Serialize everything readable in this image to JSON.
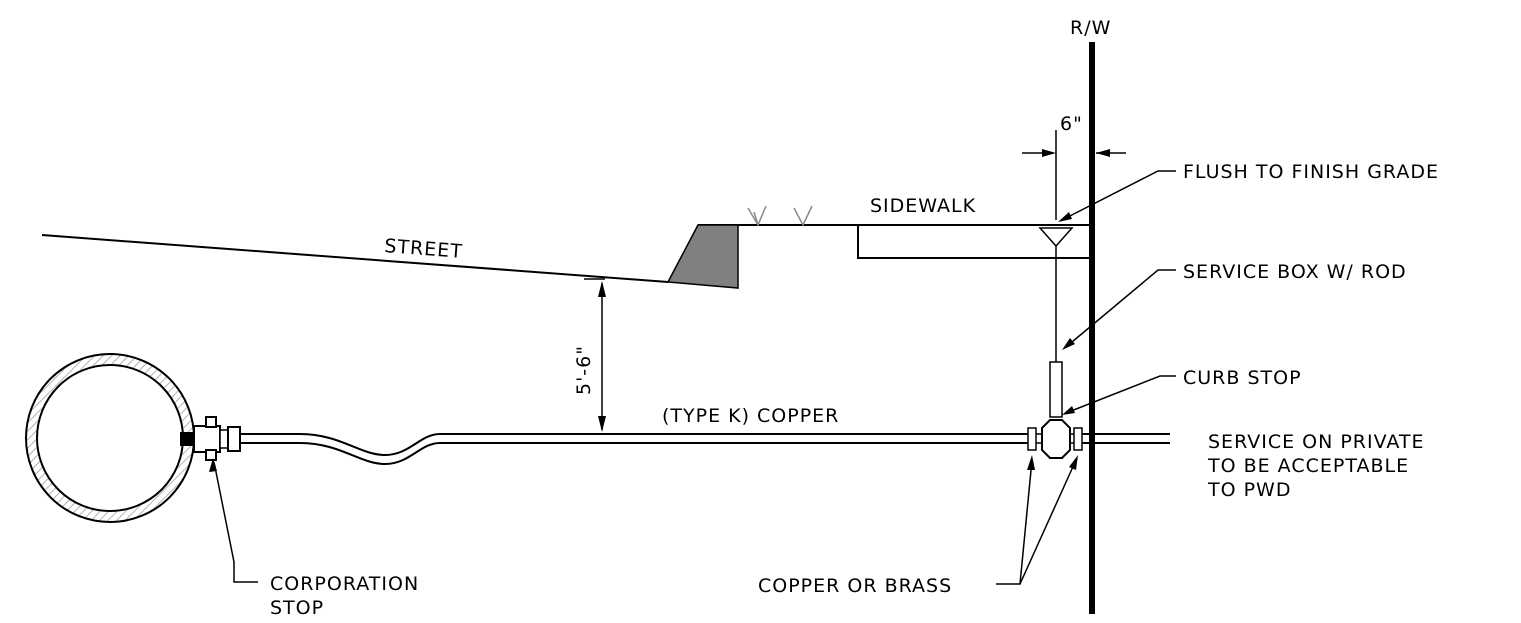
{
  "labels": {
    "rw": "R/W",
    "six_inch": "6\"",
    "flush": "FLUSH TO FINISH GRADE",
    "sidewalk": "SIDEWALK",
    "street": "STREET",
    "service_box": "SERVICE BOX W/ ROD",
    "curb_stop": "CURB STOP",
    "depth": "5'-6\"",
    "copper": "(TYPE K) COPPER",
    "private_1": "SERVICE ON PRIVATE",
    "private_2": "TO BE ACCEPTABLE",
    "private_3": "TO PWD",
    "corp_1": "CORPORATION",
    "corp_2": "STOP",
    "copper_brass": "COPPER OR BRASS"
  },
  "colors": {
    "line": "#000000",
    "curb_fill": "#808080",
    "hatch": "#999999"
  }
}
